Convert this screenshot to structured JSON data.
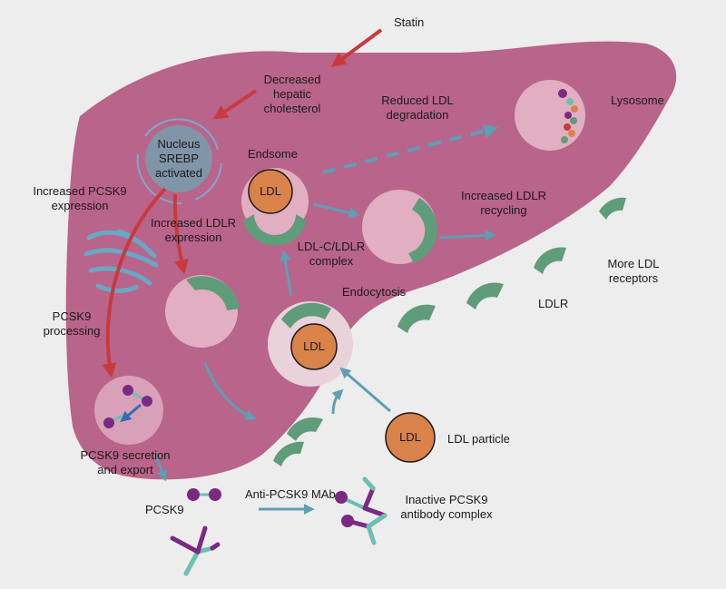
{
  "labels": {
    "statin": "Statin",
    "decreased_cholesterol": [
      "Decreased",
      "hepatic",
      "cholesterol"
    ],
    "nucleus": [
      "Nucleus",
      "SREBP",
      "activated"
    ],
    "endosome": "Endsome",
    "reduced_ldl": [
      "Reduced LDL",
      "degradation"
    ],
    "lysosome": "Lysosome",
    "increased_pcsk9": [
      "Increased PCSK9",
      "expression"
    ],
    "increased_ldlr_expr": [
      "Increased LDLR",
      "expression"
    ],
    "increased_ldlr_recycling": [
      "Increased LDLR",
      "recycling"
    ],
    "ldlc_complex": [
      "LDL-C/LDLR",
      "complex"
    ],
    "endocytosis": "Endocytosis",
    "pcsk9_processing": [
      "PCSK9",
      "processing"
    ],
    "more_ldl": [
      "More LDL",
      "receptors"
    ],
    "ldlr": "LDLR",
    "ldl_particle": "LDL particle",
    "pcsk9_secretion": [
      "PCSK9 secretion",
      "and export"
    ],
    "pcsk9": "PCSK9",
    "anti_mab": "Anti-PCSK9 MAb",
    "inactive_complex": [
      "Inactive PCSK9",
      "antibody complex"
    ],
    "ldl": "LDL"
  },
  "colors": {
    "liver": "#b9648a",
    "nucleus": "#8195a8",
    "vesicle": "#e2aec1",
    "receptor": "#5f9c7a",
    "ldl": "#d9824a",
    "red_arrow": "#c9393d",
    "blue_arrow": "#5d9fb5",
    "pcsk9": "#7a2a83",
    "antibody": "#6cbfb3"
  }
}
